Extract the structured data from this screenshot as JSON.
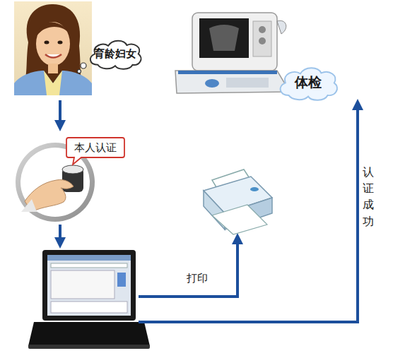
{
  "diagram": {
    "nodes": [
      {
        "text": [
          "育龄妇女"
        ]
      },
      {
        "text": [
          "本人认证"
        ]
      },
      {
        "text": [
          "体检"
        ]
      }
    ],
    "labels": [
      "打印",
      "认证成功"
    ]
  }
}
